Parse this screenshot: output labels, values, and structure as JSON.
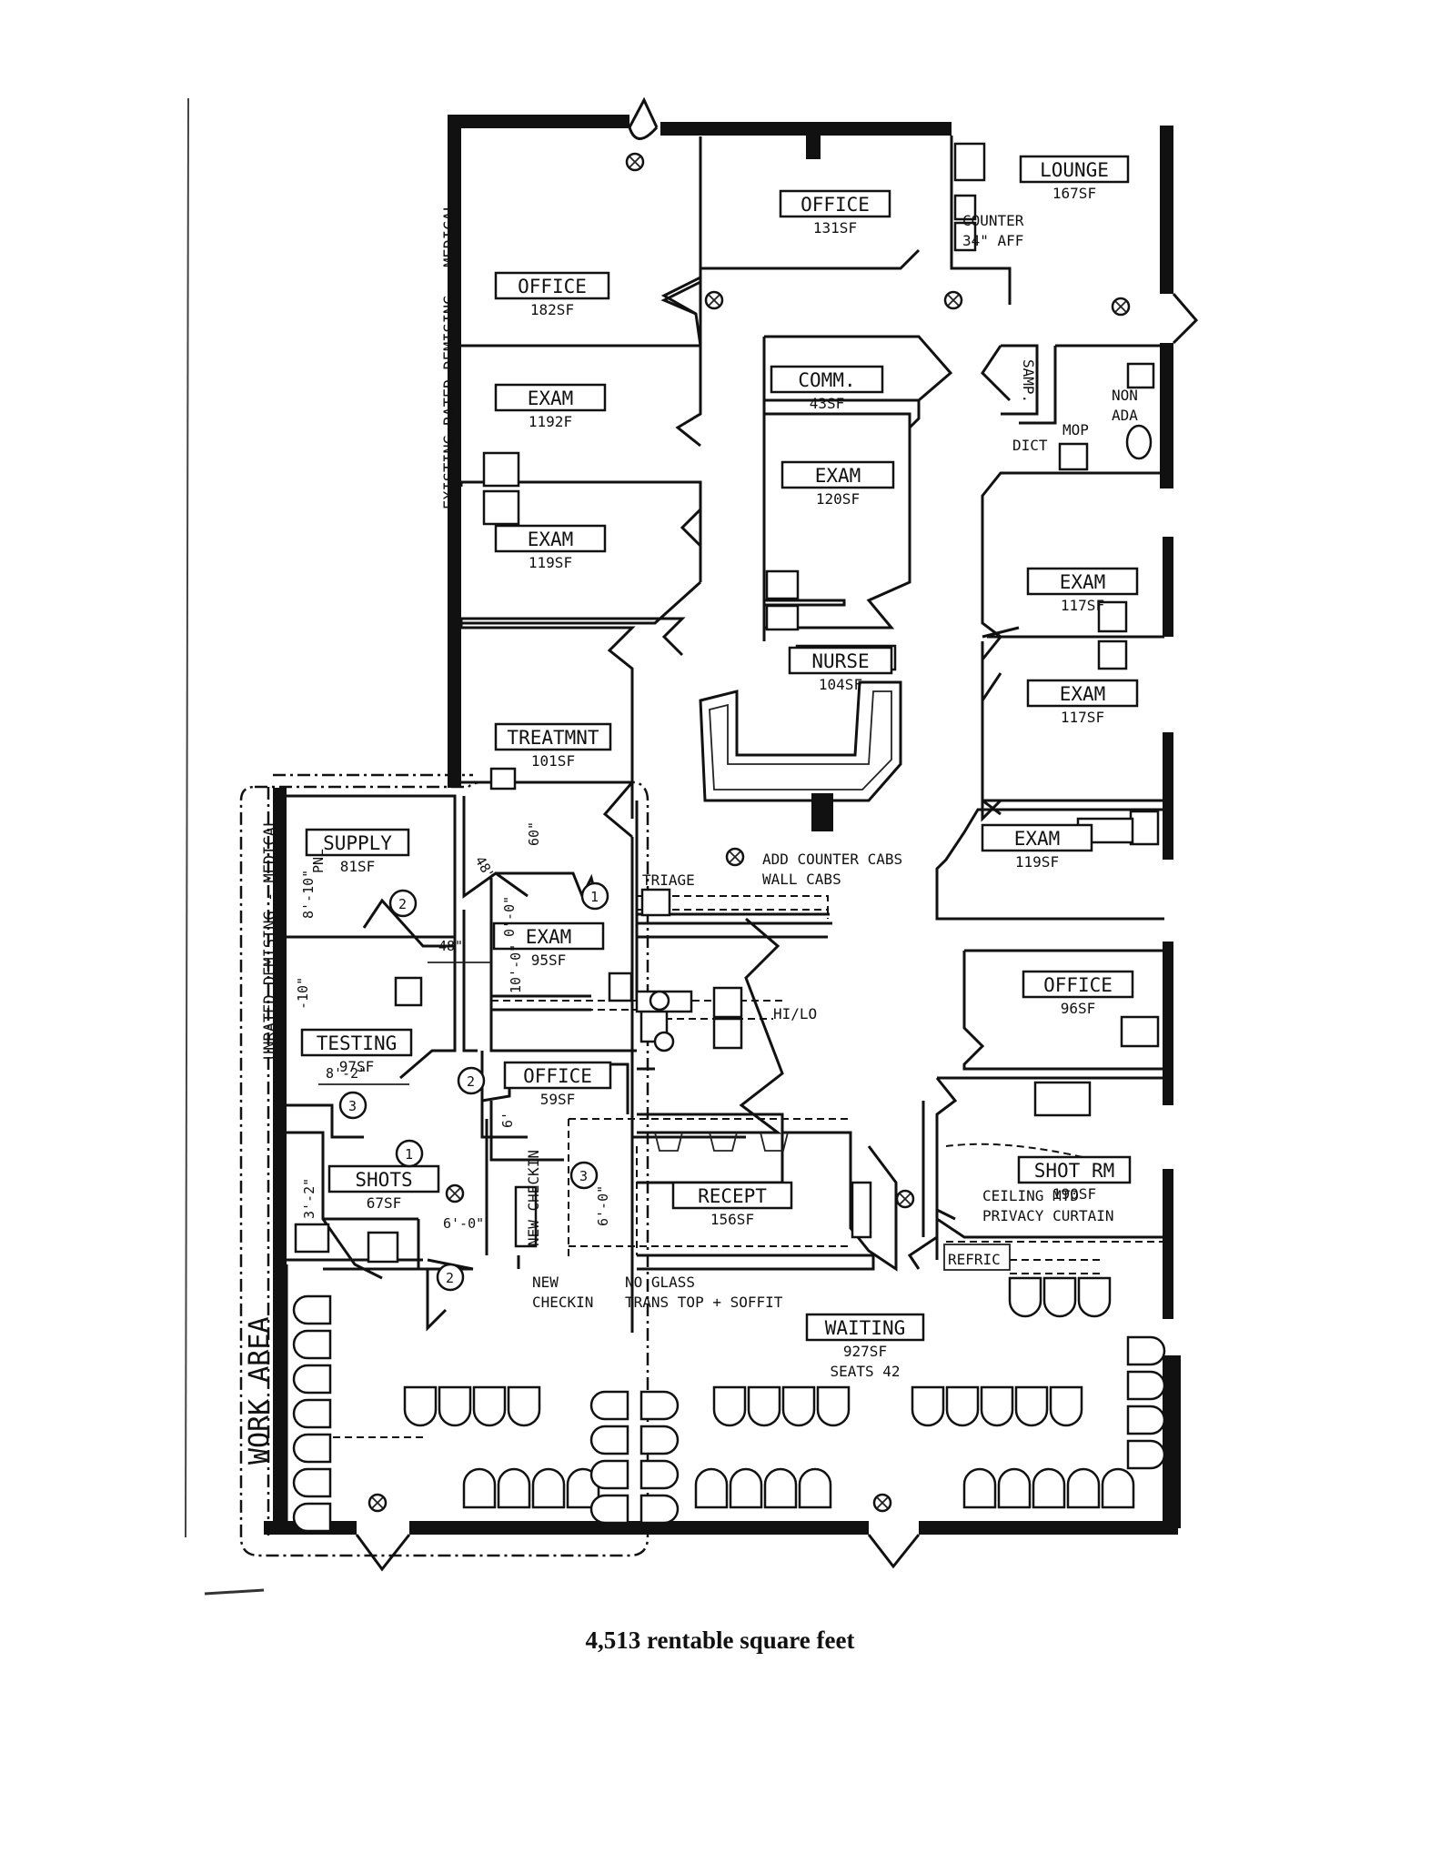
{
  "rooms": [
    {
      "id": "office-nw",
      "name": "OFFICE",
      "area": "182SF"
    },
    {
      "id": "office-n",
      "name": "OFFICE",
      "area": "131SF"
    },
    {
      "id": "lounge",
      "name": "LOUNGE",
      "area": "167SF"
    },
    {
      "id": "exam-1",
      "name": "EXAM",
      "area": "1192F"
    },
    {
      "id": "exam-2",
      "name": "EXAM",
      "area": "119SF"
    },
    {
      "id": "comm",
      "name": "COMM.",
      "area": "43SF"
    },
    {
      "id": "exam-center",
      "name": "EXAM",
      "area": "120SF"
    },
    {
      "id": "nurse",
      "name": "NURSE",
      "area": "104SF"
    },
    {
      "id": "exam-e1",
      "name": "EXAM",
      "area": "117SF"
    },
    {
      "id": "exam-e2",
      "name": "EXAM",
      "area": "117SF"
    },
    {
      "id": "exam-e3",
      "name": "EXAM",
      "area": "119SF"
    },
    {
      "id": "treatment",
      "name": "TREATMNT",
      "area": "101SF"
    },
    {
      "id": "supply",
      "name": "SUPPLY",
      "area": "81SF"
    },
    {
      "id": "exam-w",
      "name": "EXAM",
      "area": "95SF"
    },
    {
      "id": "testing",
      "name": "TESTING",
      "area": "97SF"
    },
    {
      "id": "office-w",
      "name": "OFFICE",
      "area": "59SF"
    },
    {
      "id": "shots",
      "name": "SHOTS",
      "area": "67SF"
    },
    {
      "id": "recept",
      "name": "RECEPT",
      "area": "156SF"
    },
    {
      "id": "office-e",
      "name": "OFFICE",
      "area": "96SF"
    },
    {
      "id": "shot-rm",
      "name": "SHOT RM",
      "area": "190SF"
    },
    {
      "id": "waiting",
      "name": "WAITING",
      "area": "927SF",
      "extra": "SEATS 42"
    }
  ],
  "notes": {
    "counter": "COUNTER",
    "counter_height": "34\" AFF",
    "samp": "SAMP.",
    "non": "NON",
    "ada": "ADA",
    "mop": "MOP",
    "dict": "DICT",
    "triage": "TRIAGE",
    "add_counter": "ADD COUNTER CABS",
    "wall_cabs": "WALL CABS",
    "hi_lo": "HI/LO",
    "ceiling_mtd": "CEILING MTD",
    "privacy_curtain": "PRIVACY CURTAIN",
    "refric": "REFRIC",
    "new_checkin_v": "NEW CHECKIN",
    "new": "NEW",
    "checkin": "CHECKIN",
    "no_glass": "NO GLASS",
    "trans_top": "TRANS TOP + SOFFIT",
    "existing_demising": "EXISTING RATED DEMISING - MEDICAL",
    "unrated_demising": "UNRATED DEMISING - MEDICAL",
    "work_area": "WORK AREA"
  },
  "dimensions": {
    "d_48_top": "48\"",
    "d_60": "60\"",
    "d_48": "48\"",
    "d_10_0": "10'-0\"",
    "d_8_10": "8'-10\"",
    "d_10": "-10\"",
    "d_8_2": "8'-2\"",
    "d_6": "6'",
    "d_3_2": "3'-2\"",
    "d_6_0": "6'-0\"",
    "d_6_0v": "6'-0\"",
    "pnl": "PNL"
  },
  "markers": {
    "m1": "1",
    "m2": "2",
    "m3": "3"
  },
  "caption": "4,513 rentable square feet"
}
